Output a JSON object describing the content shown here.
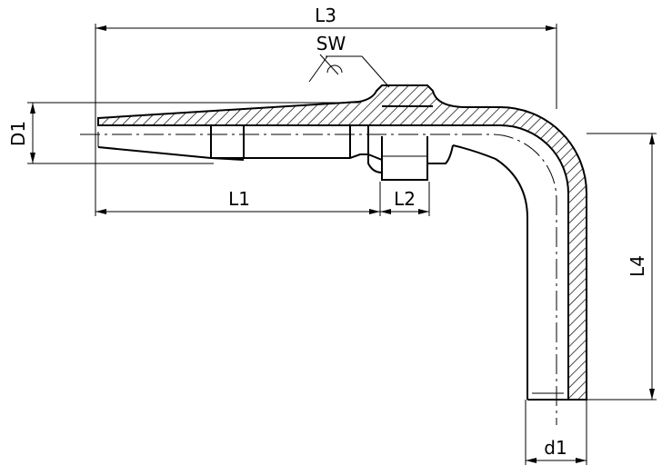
{
  "dimensions": {
    "overall_length": "L3",
    "wrench_size": "SW",
    "insert_length": "L1",
    "hex_length": "L2",
    "outer_diameter": "D1",
    "elbow_length": "L4",
    "tube_diameter": "d1"
  }
}
